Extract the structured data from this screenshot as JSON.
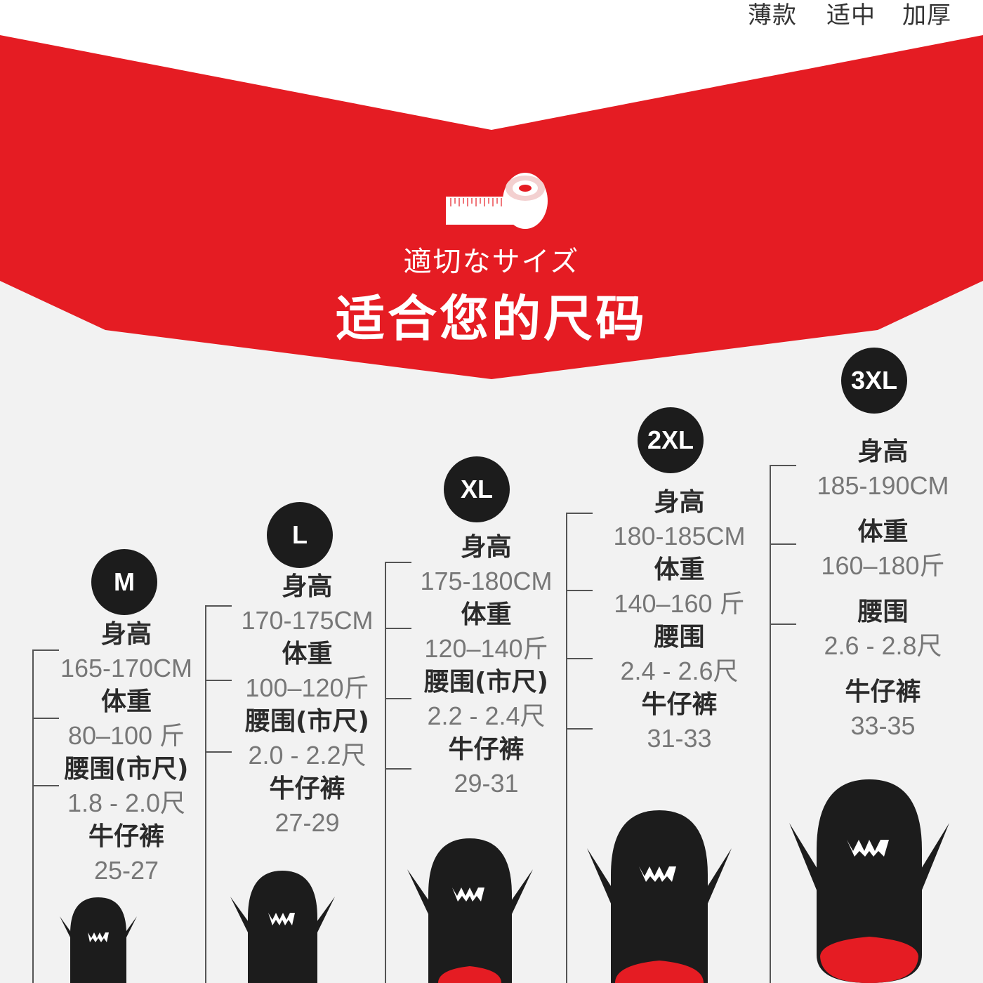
{
  "header": {
    "thickness_options": [
      "薄款",
      "适中",
      "加厚"
    ]
  },
  "banner": {
    "subtitle": "適切なサイズ",
    "title": "适合您的尺码",
    "icon": "measuring-tape-icon"
  },
  "colors": {
    "banner_red": "#e51c23",
    "badge_black": "#1c1c1c",
    "panel_gray": "#f2f2f2"
  },
  "sizes": [
    {
      "size": "M",
      "h_label": "身高",
      "height": "165-170CM",
      "w_label": "体重",
      "weight": "80–100 斤",
      "waist_label": "腰围(市尺)",
      "waist": "1.8 - 2.0尺",
      "jeans_label": "牛仔裤",
      "jeans": "25-27"
    },
    {
      "size": "L",
      "h_label": "身高",
      "height": "170-175CM",
      "w_label": "体重",
      "weight": "100–120斤",
      "waist_label": "腰围(市尺)",
      "waist": "2.0 - 2.2尺",
      "jeans_label": "牛仔裤",
      "jeans": "27-29"
    },
    {
      "size": "XL",
      "h_label": "身高",
      "height": "175-180CM",
      "w_label": "体重",
      "weight": "120–140斤",
      "waist_label": "腰围(市尺)",
      "waist": "2.2 - 2.4尺",
      "jeans_label": "牛仔裤",
      "jeans": "29-31"
    },
    {
      "size": "2XL",
      "h_label": "身高",
      "height": "180-185CM",
      "w_label": "体重",
      "weight": "140–160 斤",
      "waist_label": "腰围",
      "waist": "2.4 - 2.6尺",
      "jeans_label": "牛仔裤",
      "jeans": "31-33"
    },
    {
      "size": "3XL",
      "h_label": "身高",
      "height": "185-190CM",
      "w_label": "体重",
      "weight": "160–180斤",
      "waist_label": "腰围",
      "waist": "2.6 - 2.8尺",
      "jeans_label": "牛仔裤",
      "jeans": "33-35"
    }
  ]
}
